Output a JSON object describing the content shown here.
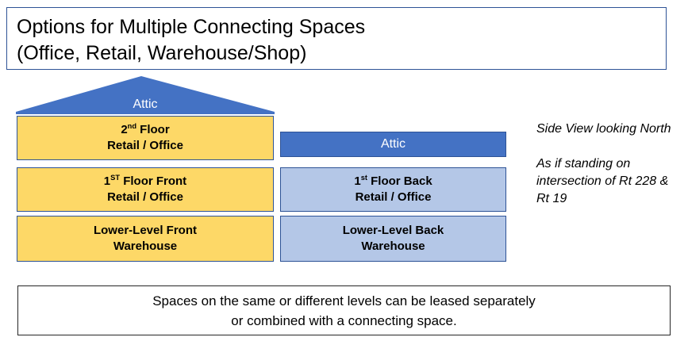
{
  "title": {
    "line1": "Options for Multiple Connecting Spaces",
    "line2": "(Office, Retail, Warehouse/Shop)"
  },
  "colors": {
    "yellow": "#FDD867",
    "light_blue": "#B4C7E7",
    "dark_blue": "#4472C4",
    "box_border": "#2E5396",
    "title_border": "#2E5396",
    "caption_border": "#262626",
    "text": "#000000",
    "inverse_text": "#FFFFFF"
  },
  "diagram": {
    "roof": {
      "label": "Attic",
      "fill": "#4472C4"
    },
    "front_column": [
      {
        "line1_pre": "2",
        "line1_sup": "nd",
        "line1_post": " Floor",
        "line2": "Retail / Office",
        "fill": "#FDD867"
      },
      {
        "line1_pre": "1",
        "line1_sup": "ST",
        "line1_post": " Floor Front",
        "line2": "Retail / Office",
        "fill": "#FDD867"
      },
      {
        "line1_pre": "Lower-Level Front",
        "line1_sup": "",
        "line1_post": "",
        "line2": "Warehouse",
        "fill": "#FDD867"
      }
    ],
    "back_column": [
      {
        "line1_pre": "Attic",
        "line1_sup": "",
        "line1_post": "",
        "line2": "",
        "fill": "#4472C4"
      },
      {
        "line1_pre": "1",
        "line1_sup": "st",
        "line1_post": " Floor Back",
        "line2": "Retail / Office",
        "fill": "#B4C7E7"
      },
      {
        "line1_pre": "Lower-Level Back",
        "line1_sup": "",
        "line1_post": "",
        "line2": "Warehouse",
        "fill": "#B4C7E7"
      }
    ]
  },
  "side_notes": {
    "note1": "Side View looking North",
    "note2": "As if standing on intersection of Rt 228 & Rt 19"
  },
  "caption": {
    "line1": "Spaces on the same or different levels can be leased separately",
    "line2": "or combined with a connecting space."
  }
}
